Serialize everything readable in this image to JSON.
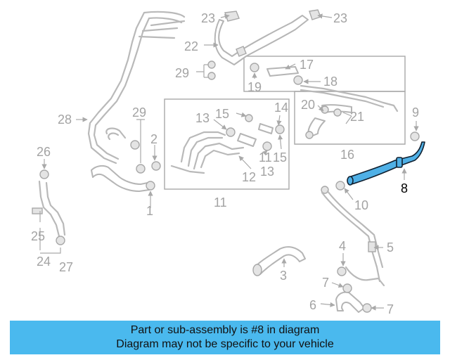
{
  "banner": {
    "line1": "Part or sub-assembly is #8 in diagram",
    "line2": "Diagram may not be specific to your vehicle"
  },
  "highlight_color": "#4ab9ee",
  "highlighted_part": "8",
  "callouts": {
    "c23a": "23",
    "c23b": "23",
    "c22": "22",
    "c29a": "29",
    "c17": "17",
    "c18": "18",
    "c19": "19",
    "c28": "28",
    "c29b": "29",
    "c2": "2",
    "c13a": "13",
    "c15a": "15",
    "c14": "14",
    "c20": "20",
    "c21": "21",
    "c9": "9",
    "c16": "16",
    "c26": "26",
    "c15b": "15",
    "c11a": "11",
    "c13b": "13",
    "c12": "12",
    "c8": "8",
    "c10": "10",
    "c11b": "11",
    "c1": "1",
    "c25": "25",
    "c24": "24",
    "c27": "27",
    "c4": "4",
    "c5": "5",
    "c3": "3",
    "c7a": "7",
    "c6": "6",
    "c7b": "7"
  }
}
